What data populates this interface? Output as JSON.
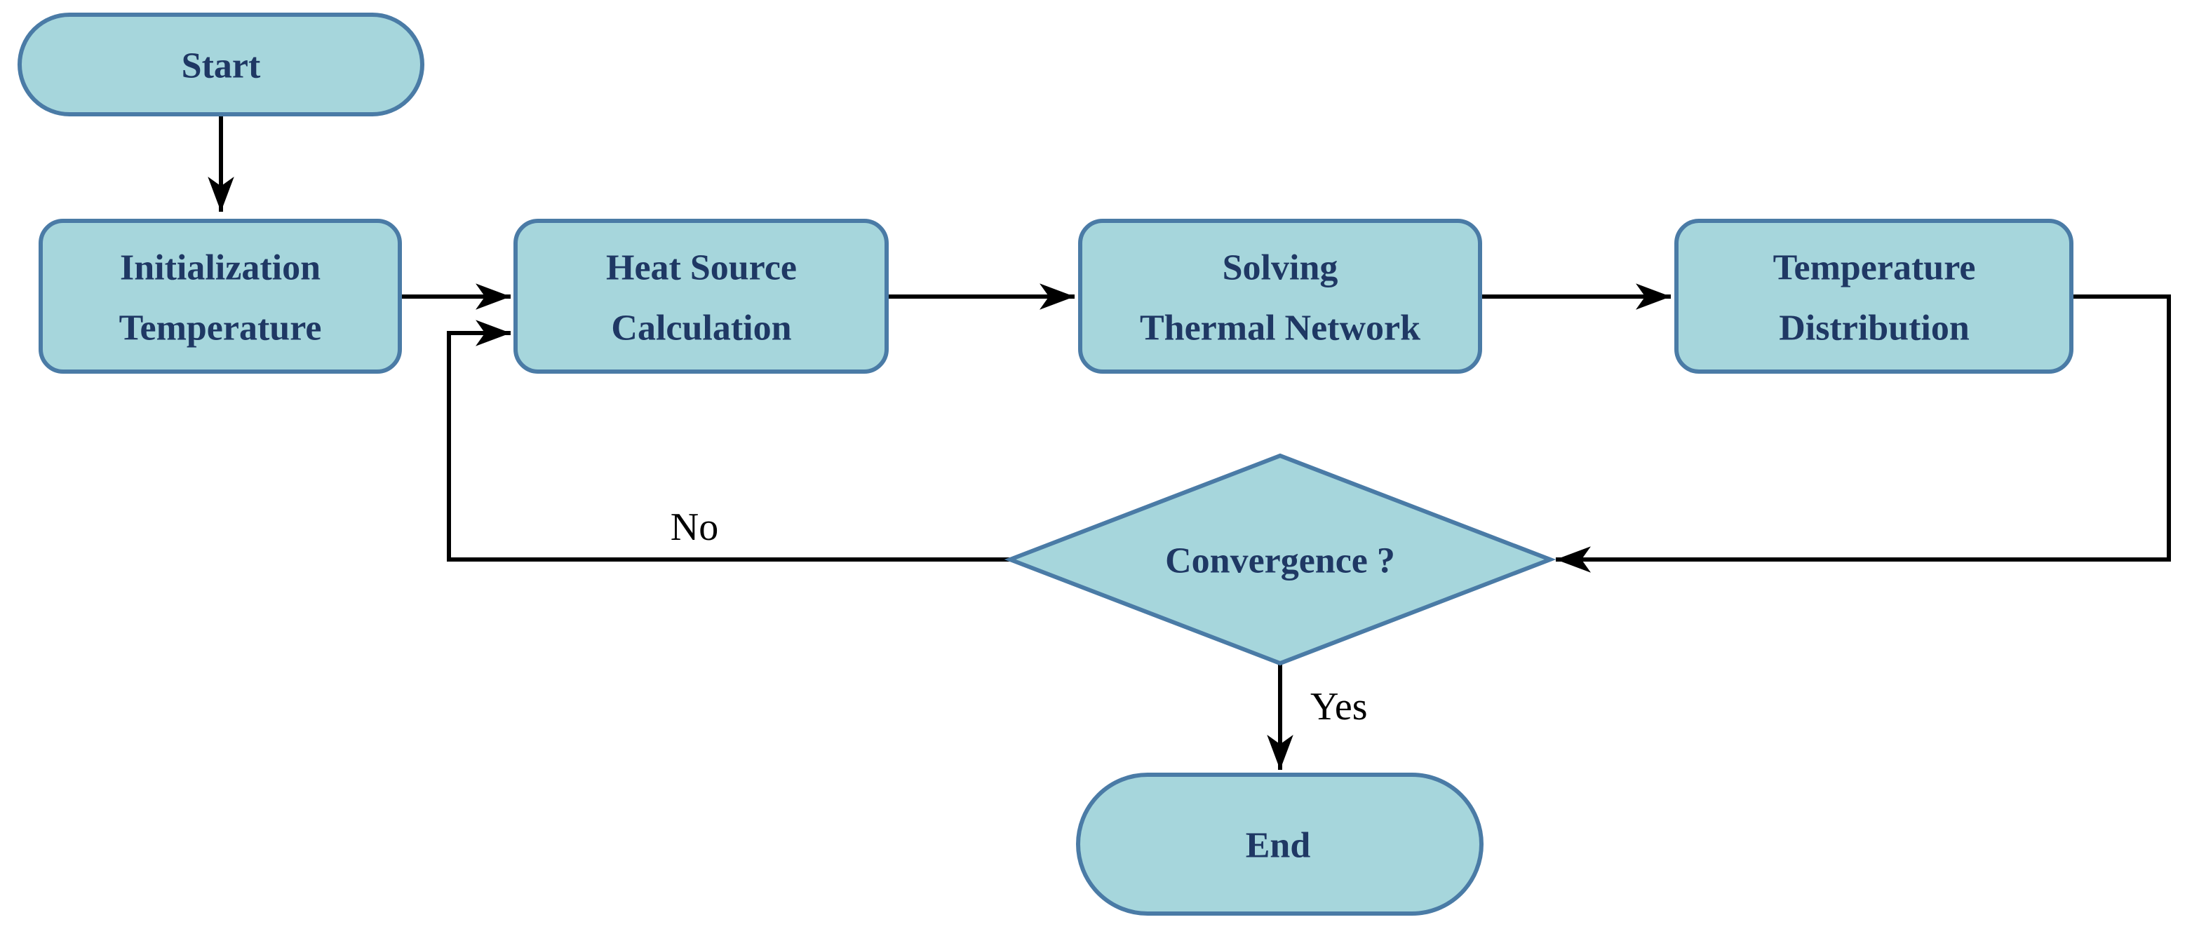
{
  "colors": {
    "background": "#ffffff",
    "node_fill": "#a6d6dc",
    "node_border": "#4a7ba6",
    "node_text": "#1f3864",
    "line": "#000000",
    "edge_label_text": "#000000"
  },
  "nodes": {
    "start": {
      "type": "terminator",
      "label": "Start"
    },
    "initialization": {
      "type": "process",
      "line1": "Initialization",
      "line2": "Temperature"
    },
    "heat_source": {
      "type": "process",
      "line1": "Heat Source",
      "line2": "Calculation"
    },
    "solving": {
      "type": "process",
      "line1": "Solving",
      "line2": "Thermal Network"
    },
    "temperature_distribution": {
      "type": "process",
      "line1": "Temperature",
      "line2": "Distribution"
    },
    "convergence": {
      "type": "decision",
      "label": "Convergence ?"
    },
    "end": {
      "type": "terminator",
      "label": "End"
    }
  },
  "edges": [
    {
      "from": "start",
      "to": "initialization",
      "label": ""
    },
    {
      "from": "initialization",
      "to": "heat_source",
      "label": ""
    },
    {
      "from": "heat_source",
      "to": "solving",
      "label": ""
    },
    {
      "from": "solving",
      "to": "temperature_distribution",
      "label": ""
    },
    {
      "from": "temperature_distribution",
      "to": "convergence",
      "label": ""
    },
    {
      "from": "convergence",
      "to": "heat_source",
      "label": "No"
    },
    {
      "from": "convergence",
      "to": "end",
      "label": "Yes"
    }
  ]
}
